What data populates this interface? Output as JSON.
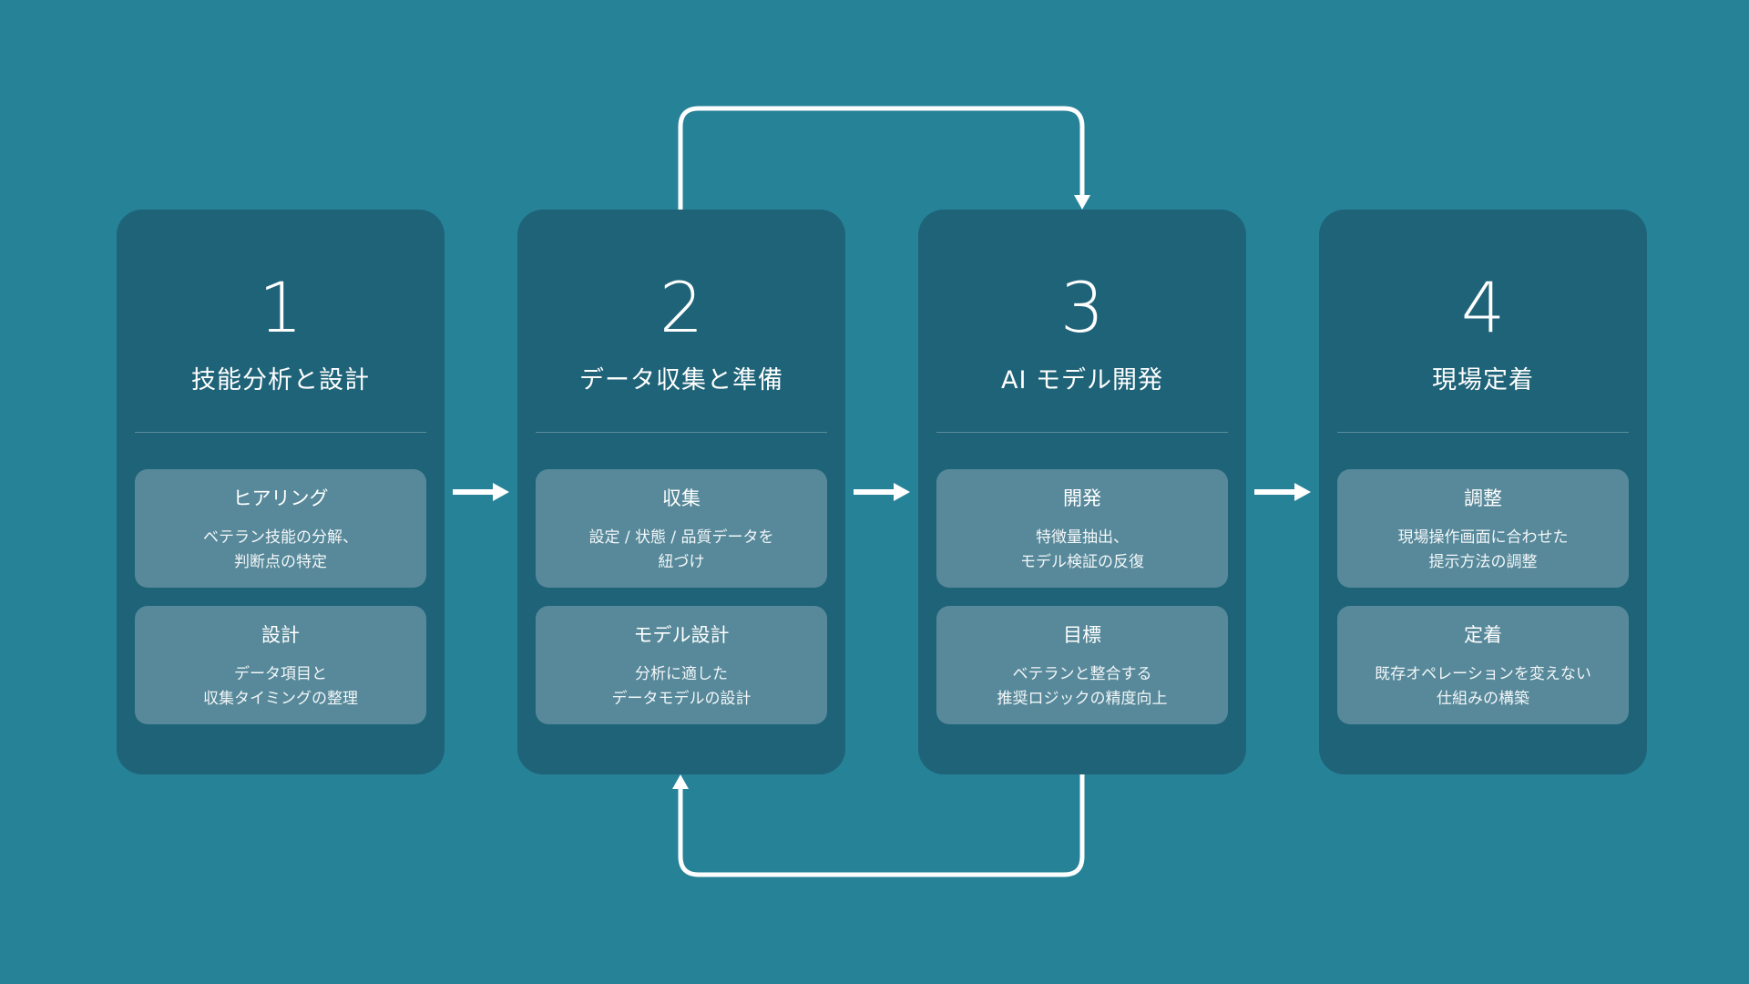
{
  "colors": {
    "background": "#268297",
    "card": "#1f6378",
    "box": "#57899a",
    "arrow": "#ffffff"
  },
  "steps": [
    {
      "number": "1",
      "title": "技能分析と設計",
      "boxes": [
        {
          "title": "ヒアリング",
          "lines": [
            "ベテラン技能の分解、",
            "判断点の特定"
          ]
        },
        {
          "title": "設計",
          "lines": [
            "データ項目と",
            "収集タイミングの整理"
          ]
        }
      ]
    },
    {
      "number": "2",
      "title": "データ収集と準備",
      "boxes": [
        {
          "title": "収集",
          "lines": [
            "設定 / 状態 / 品質データを",
            "紐づけ"
          ]
        },
        {
          "title": "モデル設計",
          "lines": [
            "分析に適した",
            "データモデルの設計"
          ]
        }
      ]
    },
    {
      "number": "3",
      "title": "AI モデル開発",
      "boxes": [
        {
          "title": "開発",
          "lines": [
            "特徴量抽出、",
            "モデル検証の反復"
          ]
        },
        {
          "title": "目標",
          "lines": [
            "ベテランと整合する",
            "推奨ロジックの精度向上"
          ]
        }
      ]
    },
    {
      "number": "4",
      "title": "現場定着",
      "boxes": [
        {
          "title": "調整",
          "lines": [
            "現場操作画面に合わせた",
            "提示方法の調整"
          ]
        },
        {
          "title": "定着",
          "lines": [
            "既存オペレーションを変えない",
            "仕組みの構築"
          ]
        }
      ]
    }
  ]
}
